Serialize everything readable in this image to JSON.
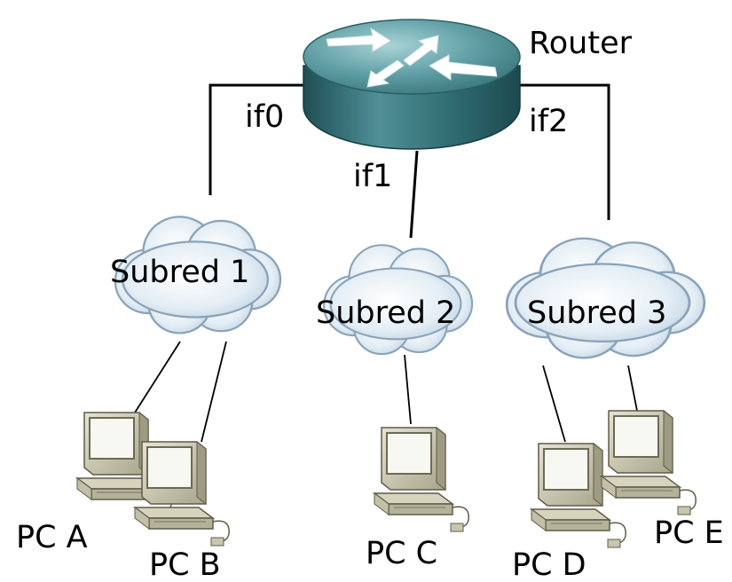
{
  "router": {
    "label": "Router"
  },
  "interfaces": [
    "if0",
    "if1",
    "if2"
  ],
  "subnets": [
    "Subred 1",
    "Subred 2",
    "Subred 3"
  ],
  "hosts": [
    "PC A",
    "PC B",
    "PC C",
    "PC D",
    "PC E"
  ],
  "colors": {
    "router_top": "#5a9aa0",
    "router_side": "#2c6469",
    "cloud_fill": "#e8f1f6",
    "cloud_stroke": "#7f99b0",
    "pc_body": "#c9c6b0",
    "pc_screen": "#ffffff",
    "link": "#000000"
  }
}
